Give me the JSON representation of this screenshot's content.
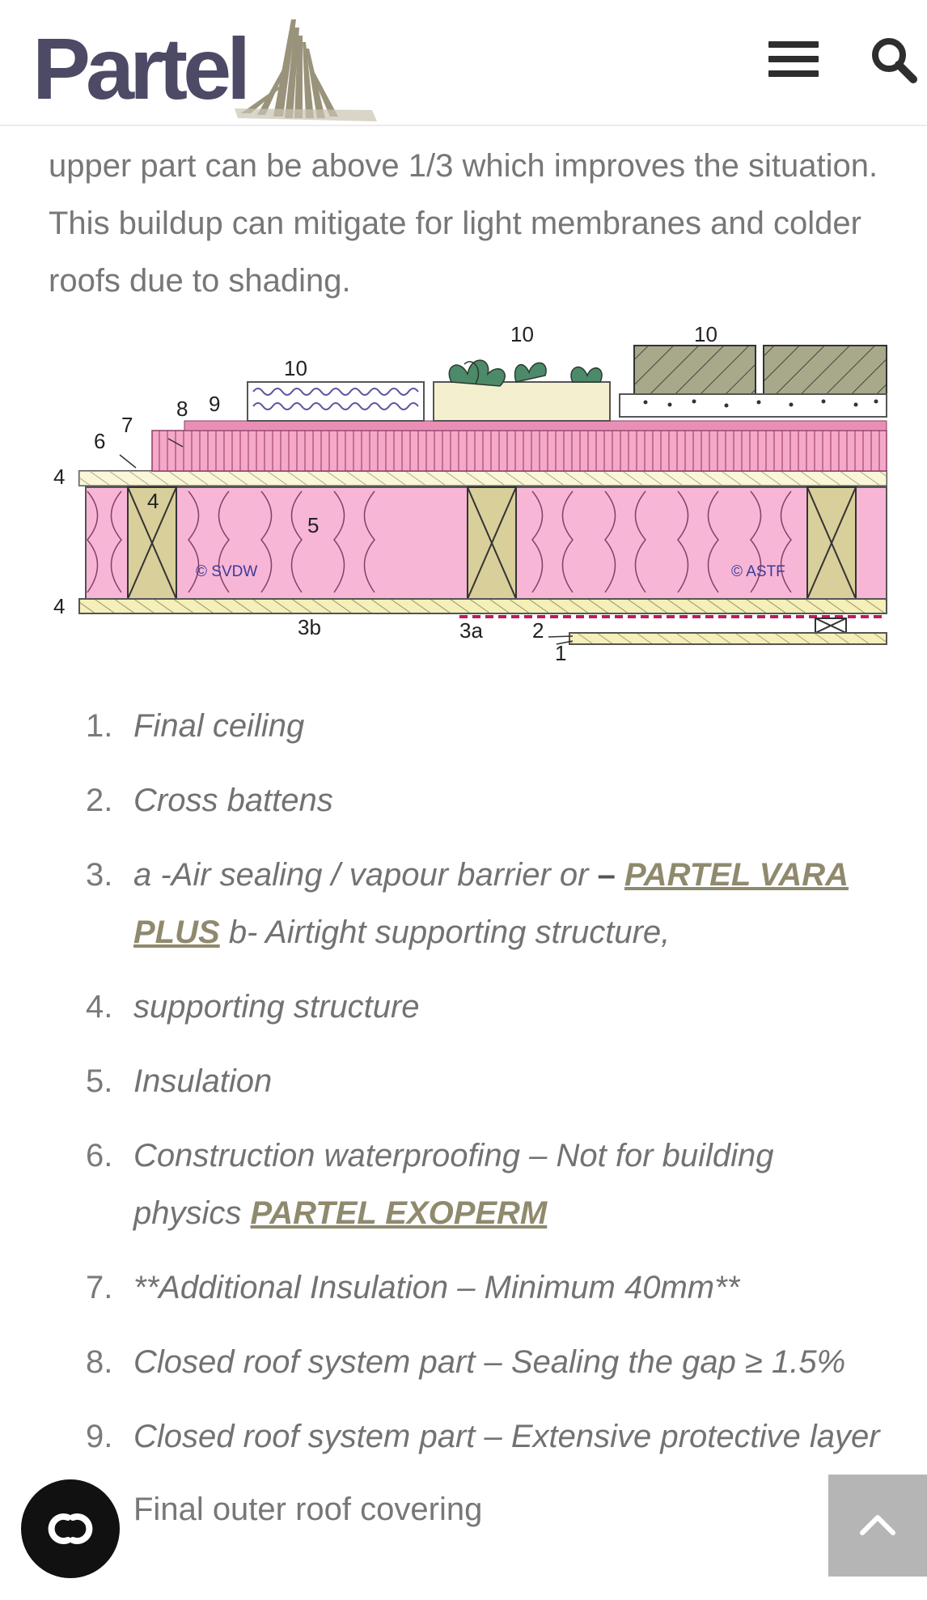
{
  "header": {
    "brand": "Partel",
    "menu_icon": "hamburger-menu-icon",
    "search_icon": "search-icon"
  },
  "intro": {
    "lines": [
      "upper part can be above 1/3 which improves the situation.",
      "This buildup can mitigate for light membranes and colder",
      "roofs due to shading."
    ]
  },
  "figure": {
    "labels": {
      "l10a": "10",
      "l10b": "10",
      "l10c": "10",
      "l9": "9",
      "l8": "8",
      "l7": "7",
      "l6": "6",
      "l4a": "4",
      "l4b": "4",
      "l4c": "4",
      "l5": "5",
      "l3b": "3b",
      "l3a": "3a",
      "l2": "2",
      "l1": "1",
      "credit1": "© SVDW",
      "credit2": "© ASTF"
    }
  },
  "list": {
    "items": [
      {
        "num": "1.",
        "text": "Final ceiling"
      },
      {
        "num": "2.",
        "text": "Cross battens"
      },
      {
        "num": "3.",
        "text_a": "a -Air sealing / vapour barrier or",
        "dash": "–",
        "link1": "PARTEL VARA",
        "link2": "PLUS",
        "text_b": "b- Airtight supporting structure,"
      },
      {
        "num": "4.",
        "text": "supporting structure"
      },
      {
        "num": "5.",
        "text": "Insulation"
      },
      {
        "num": "6.",
        "text_a": "Construction waterproofing – Not for building",
        "text_b": "physics",
        "link": "PARTEL EXOPERM"
      },
      {
        "num": "7.",
        "text": "**Additional Insulation – Minimum 40mm**"
      },
      {
        "num": "8.",
        "text": "Closed roof system part – Sealing the gap ≥ 1.5%"
      },
      {
        "num": "9.",
        "text": "Closed roof system part – Extensive protective layer"
      }
    ],
    "last": "Final outer roof covering"
  },
  "floating": {
    "cookie_icon": "cookie-consent-icon",
    "totop_icon": "chevron-up-icon"
  },
  "colors": {
    "brand": "#4d4a66",
    "link": "#8f8a6e",
    "insulation": "#f7b6d6",
    "timber": "#d8cf9a"
  }
}
